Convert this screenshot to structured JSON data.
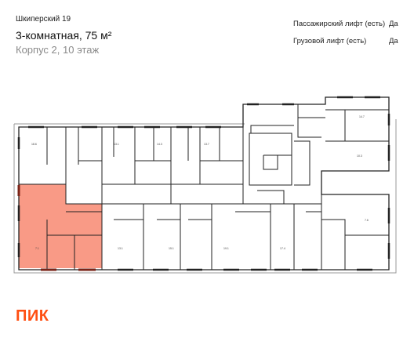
{
  "header": {
    "project": "Шкиперский 19",
    "title": "3-комнатная, 75 м²",
    "subtitle": "Корпус 2, 10 этаж"
  },
  "specs": [
    {
      "label": "Пассажирский лифт (есть)",
      "value": "Да"
    },
    {
      "label": "Грузовой лифт (есть)",
      "value": "Да"
    }
  ],
  "plan": {
    "highlight_color": "#f99a86",
    "wall_color": "#222222",
    "window_color": "#7a2418"
  },
  "logo": {
    "text": "ПИК",
    "color": "#ff4f12"
  }
}
